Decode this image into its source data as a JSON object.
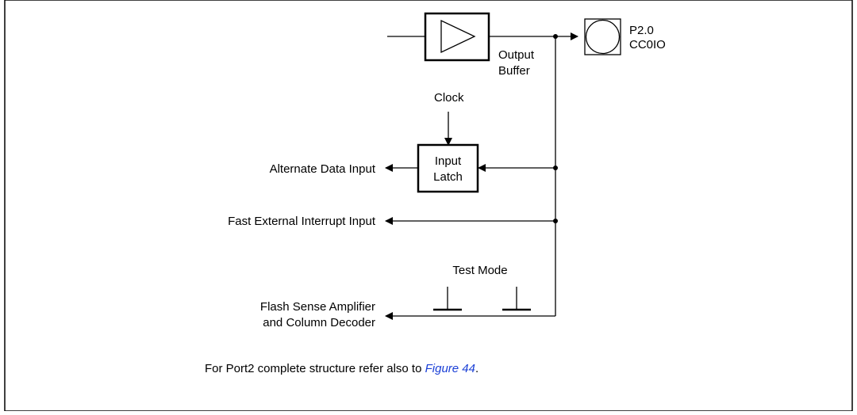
{
  "pin": {
    "line1": "P2.0",
    "line2": "CC0IO"
  },
  "output_buffer": {
    "line1": "Output",
    "line2": "Buffer"
  },
  "clock_label": "Clock",
  "input_latch": {
    "line1": "Input",
    "line2": "Latch"
  },
  "alternate_data_input": "Alternate Data Input",
  "fast_external_interrupt_input": "Fast External Interrupt Input",
  "test_mode_label": "Test Mode",
  "flash_sense": {
    "line1": "Flash Sense Amplifier",
    "line2": "and Column Decoder"
  },
  "note": {
    "prefix": "For Port2 complete structure refer also to ",
    "link": "Figure 44",
    "suffix": "."
  }
}
